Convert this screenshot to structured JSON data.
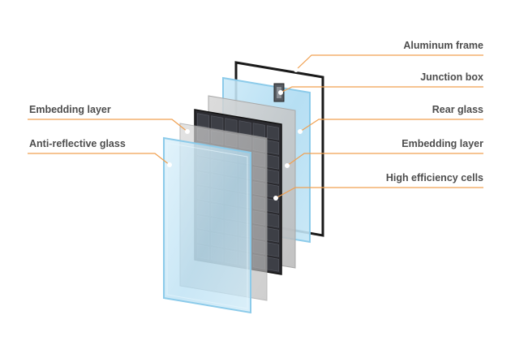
{
  "labels": {
    "aluminum_frame": "Aluminum frame",
    "junction_box": "Junction box",
    "rear_glass": "Rear glass",
    "embedding_layer_right": "Embedding layer",
    "high_efficiency_cells": "High efficiency cells",
    "embedding_layer_left": "Embedding layer",
    "anti_reflective_glass": "Anti-reflective glass"
  },
  "colors": {
    "leader": "#f0a050",
    "label_text": "#4d4d4d",
    "glass": "#bfe3f5",
    "glass_edge": "#8ccbea",
    "embedding": "#c8c8c8",
    "cell": "#3a3a3e",
    "frame": "#1a1a1a"
  }
}
